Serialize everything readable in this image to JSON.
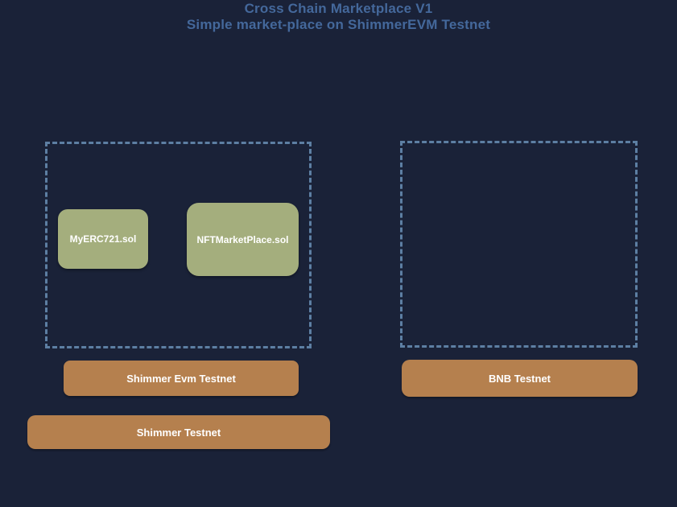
{
  "header": {
    "title": "Cross Chain Marketplace V1",
    "subtitle": "Simple market-place on ShimmerEVM Testnet"
  },
  "diagram": {
    "contracts": [
      {
        "label": "MyERC721.sol"
      },
      {
        "label": "NFTMarketPlace.sol"
      }
    ],
    "chains": [
      {
        "label": "Shimmer Evm Testnet"
      },
      {
        "label": "BNB Testnet"
      },
      {
        "label": "Shimmer Testnet"
      }
    ]
  },
  "colors": {
    "background": "#1a2238",
    "title_text": "#44689b",
    "dashed_border": "#5d7fa3",
    "contract_fill": "#a4ae7d",
    "chain_fill": "#b5804e",
    "label_text": "#ffffff"
  }
}
